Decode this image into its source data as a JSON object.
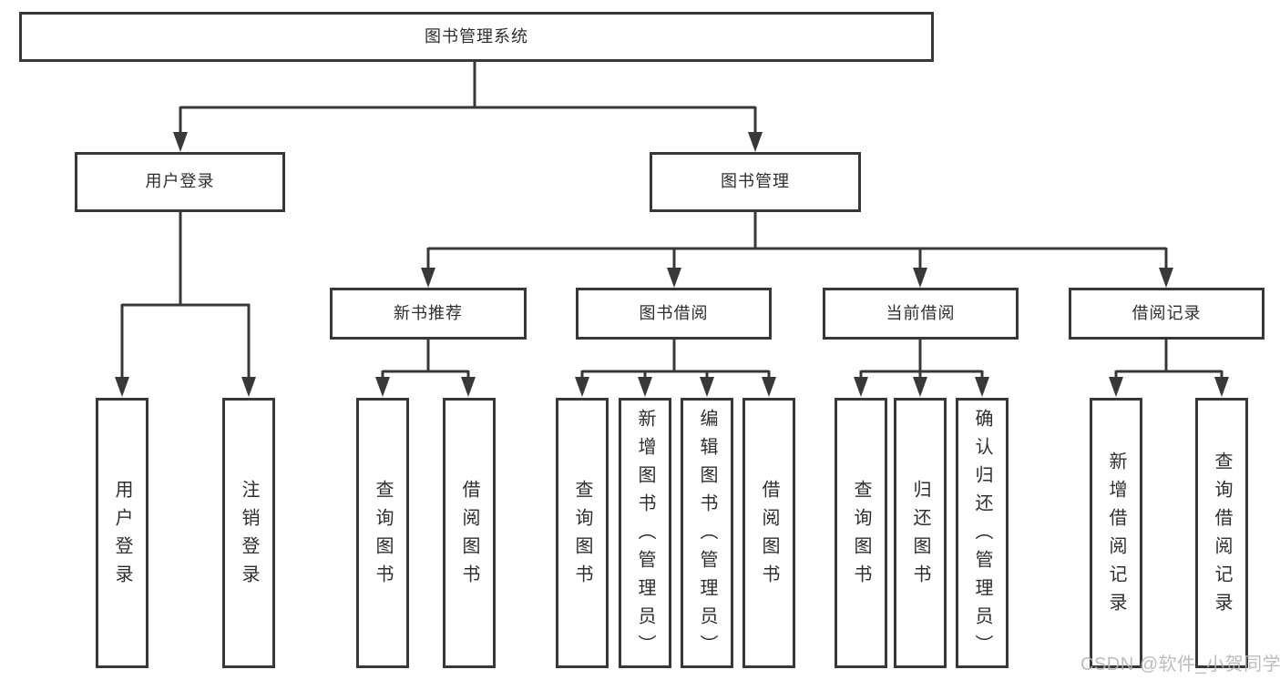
{
  "diagram": {
    "root": "图书管理系统",
    "level2": {
      "user_login": "用户登录",
      "book_management": "图书管理"
    },
    "level3": {
      "new_book_recommend": "新书推荐",
      "book_borrow": "图书借阅",
      "current_borrow": "当前借阅",
      "borrow_records": "借阅记录"
    },
    "leaves": {
      "user_login": "用户登录",
      "logout_login": "注销登录",
      "query_book_recommend": "查询图书",
      "borrow_book_recommend": "借阅图书",
      "query_book_borrow": "查询图书",
      "add_book_admin": "新增图书（管理员）",
      "edit_book_admin": "编辑图书（管理员）",
      "borrow_book_borrow": "借阅图书",
      "query_book_current": "查询图书",
      "return_book": "归还图书",
      "confirm_return_admin": "确认归还（管理员）",
      "add_borrow_record": "新增借阅记录",
      "query_borrow_record": "查询借阅记录"
    }
  },
  "watermark": {
    "text": "CSDN @软件_小贺同学"
  },
  "colors": {
    "line": "#383838",
    "text": "#2e2e2e",
    "watermark": "#b3b3b3",
    "background": "#ffffff"
  }
}
